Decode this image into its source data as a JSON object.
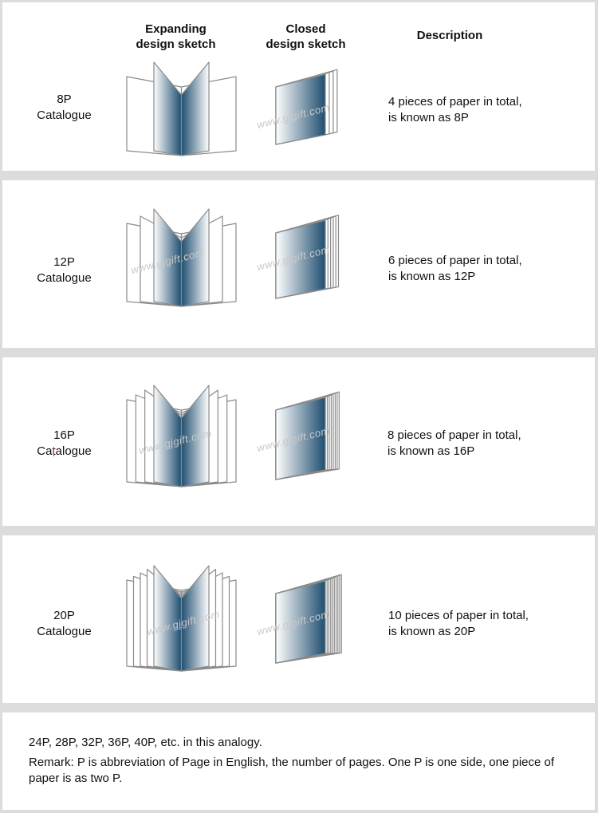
{
  "headers": {
    "expanding": [
      "Expanding",
      "design sketch"
    ],
    "closed": [
      "Closed",
      "design sketch"
    ],
    "description": "Description"
  },
  "rows": [
    {
      "label": [
        "8P",
        "Catalogue"
      ],
      "description": [
        "4 pieces of paper in total,",
        "is known as 8P"
      ],
      "sheets": 4
    },
    {
      "label": [
        "12P",
        "Catalogue"
      ],
      "description": [
        "6 pieces of paper in total,",
        "is known as 12P"
      ],
      "sheets": 6
    },
    {
      "label": [
        "16P",
        "Catalogue"
      ],
      "description": [
        "8 pieces of paper in total,",
        "is known as 16P"
      ],
      "sheets": 8
    },
    {
      "label": [
        "20P",
        "Catalogue"
      ],
      "description": [
        "10 pieces of paper in total,",
        "is known as 20P"
      ],
      "sheets": 10
    }
  ],
  "watermark": "www.gjgift.com",
  "footer": {
    "line1": "24P, 28P, 32P, 36P, 40P, etc. in this analogy.",
    "line2": "Remark: P is abbreviation of Page in English, the number of pages. One P is one side, one piece of paper is as two P."
  },
  "colors": {
    "blue": "#1f4e70",
    "outline": "#8a8a8a",
    "border": "#dcdcdc"
  }
}
